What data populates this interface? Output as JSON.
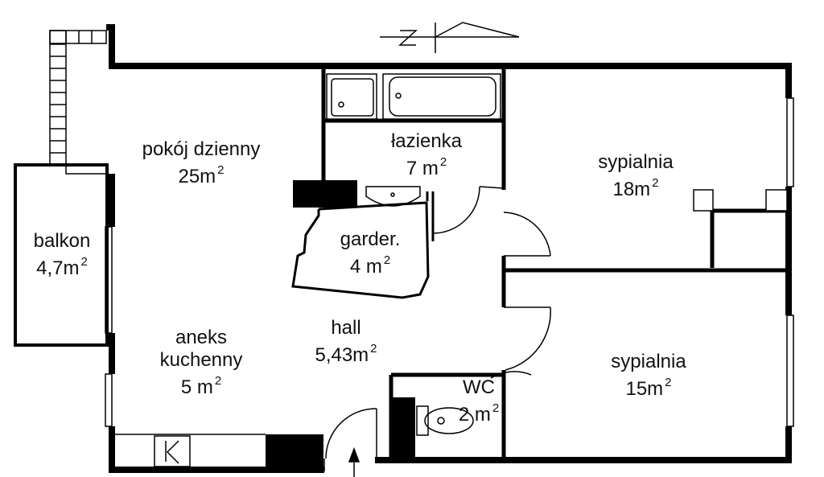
{
  "rooms": {
    "pokoj": {
      "name": "pokój dzienny",
      "area": "25m",
      "unit_exp": "2"
    },
    "lazienka": {
      "name": "łazienka",
      "area": "7 m",
      "unit_exp": "2"
    },
    "sypialnia1": {
      "name": "sypialnia",
      "area": "18m",
      "unit_exp": "2"
    },
    "balkon": {
      "name": "balkon",
      "area": "4,7m",
      "unit_exp": "2"
    },
    "garderoba": {
      "name": "garder.",
      "area": "4 m",
      "unit_exp": "2"
    },
    "hall": {
      "name": "hall",
      "area": "5,43m",
      "unit_exp": "2"
    },
    "aneks": {
      "name_line1": "aneks",
      "name_line2": "kuchenny",
      "area": "5 m",
      "unit_exp": "2"
    },
    "wc": {
      "name": "WC",
      "area": "2 m",
      "unit_exp": "2"
    },
    "sypialnia2": {
      "name": "sypialnia",
      "area": "15m",
      "unit_exp": "2"
    }
  },
  "colors": {
    "wall": "#000000",
    "background": "#ffffff"
  }
}
